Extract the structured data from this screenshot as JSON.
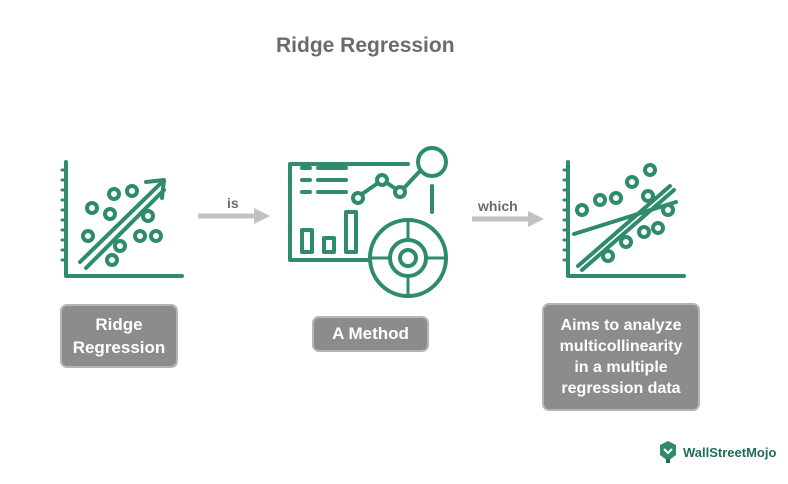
{
  "title": "Ridge Regression",
  "nodes": [
    {
      "lines": [
        "Ridge",
        "Regression"
      ]
    },
    {
      "lines": [
        "A Method"
      ]
    },
    {
      "lines": [
        "Aims to analyze",
        "multicollinearity",
        "in a multiple",
        "regression data"
      ]
    }
  ],
  "connectors": [
    {
      "label": "is"
    },
    {
      "label": "which"
    }
  ],
  "brand": {
    "name": "WallStreetMojo"
  },
  "colors": {
    "icon": "#2e8b6e",
    "box": "#8c8c8c",
    "arrow": "#c2c2c2",
    "text": "#6b6b6b"
  },
  "icons": [
    "scatter-plot-icon",
    "analytics-dashboard-icon",
    "regression-lines-icon"
  ]
}
